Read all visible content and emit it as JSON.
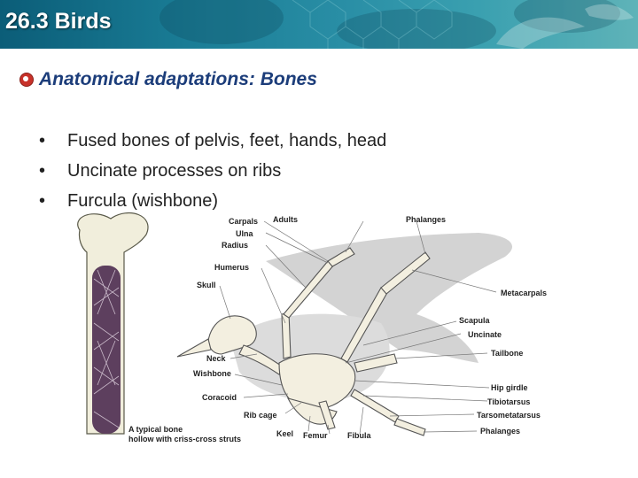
{
  "banner": {
    "title": "26.3 Birds"
  },
  "heading": {
    "text": "Anatomical adaptations: Bones"
  },
  "bullets": [
    "Fused bones of pelvis, feet, hands, head",
    "Uncinate processes on ribs",
    "Furcula (wishbone)"
  ],
  "figure": {
    "labels": {
      "carpals": "Carpals",
      "adults": "Adults",
      "ulna": "Ulna",
      "radius": "Radius",
      "humerus": "Humerus",
      "skull": "Skull",
      "neck": "Neck",
      "wishbone": "Wishbone",
      "coracoid": "Coracoid",
      "rib_cage": "Rib cage",
      "keel": "Keel",
      "femur": "Femur",
      "fibula": "Fibula",
      "phalanges_top": "Phalanges",
      "metacarpals": "Metacarpals",
      "scapula": "Scapula",
      "uncinate": "Uncinate",
      "tailbone": "Tailbone",
      "hip_girdle": "Hip girdle",
      "tibiotarsus": "Tibiotarsus",
      "tarsometatarsus": "Tarsometatarsus",
      "phalanges_bottom": "Phalanges",
      "bone_caption_1": "A typical bone",
      "bone_caption_2": "hollow with criss-cross struts"
    }
  }
}
